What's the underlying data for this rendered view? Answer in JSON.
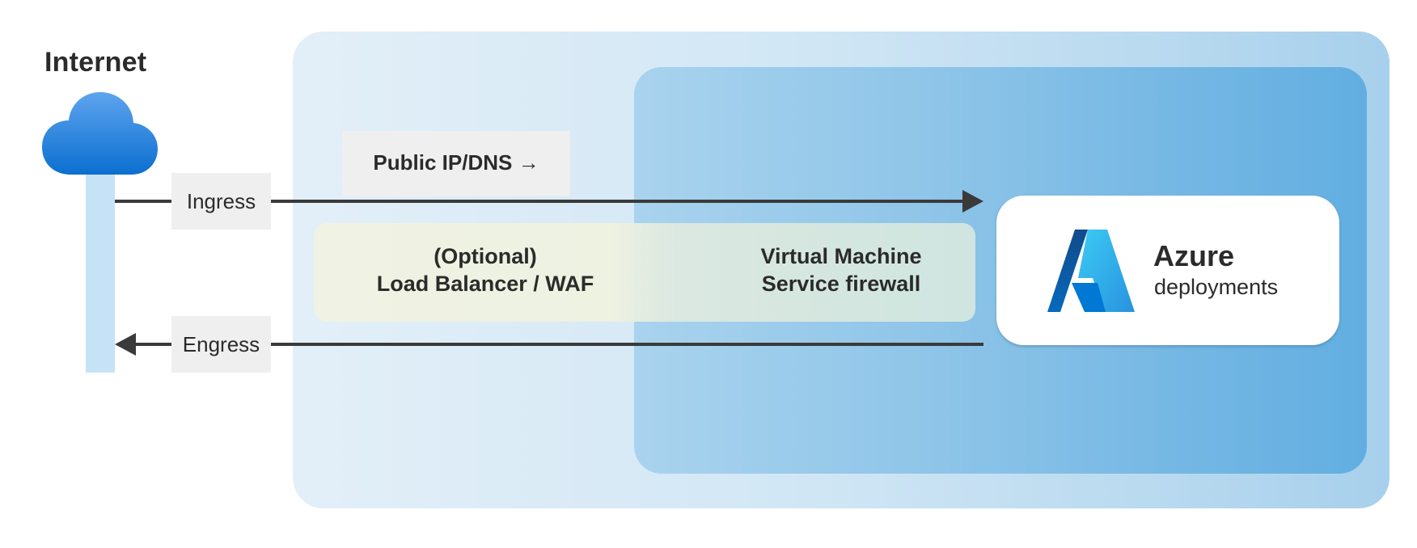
{
  "internet": {
    "title": "Internet",
    "icon": "cloud-icon"
  },
  "public_ip": {
    "label": "Public IP/DNS →"
  },
  "flows": {
    "ingress_label": "Ingress",
    "engress_label": "Engress"
  },
  "firewall": {
    "left_line1": "(Optional)",
    "left_line2": "Load Balancer / WAF",
    "right_line1": "Virtual Machine",
    "right_line2": "Service firewall"
  },
  "azure": {
    "title": "Azure",
    "subtitle": "deployments",
    "icon": "azure-logo-icon"
  },
  "colors": {
    "outer_region": "#d2e7f5",
    "inner_region": "#74b7e4",
    "arrow": "#3a3a3a",
    "label_box": "#efefef",
    "cloud": "#1e88e5",
    "pipe": "#c6e2f7"
  }
}
